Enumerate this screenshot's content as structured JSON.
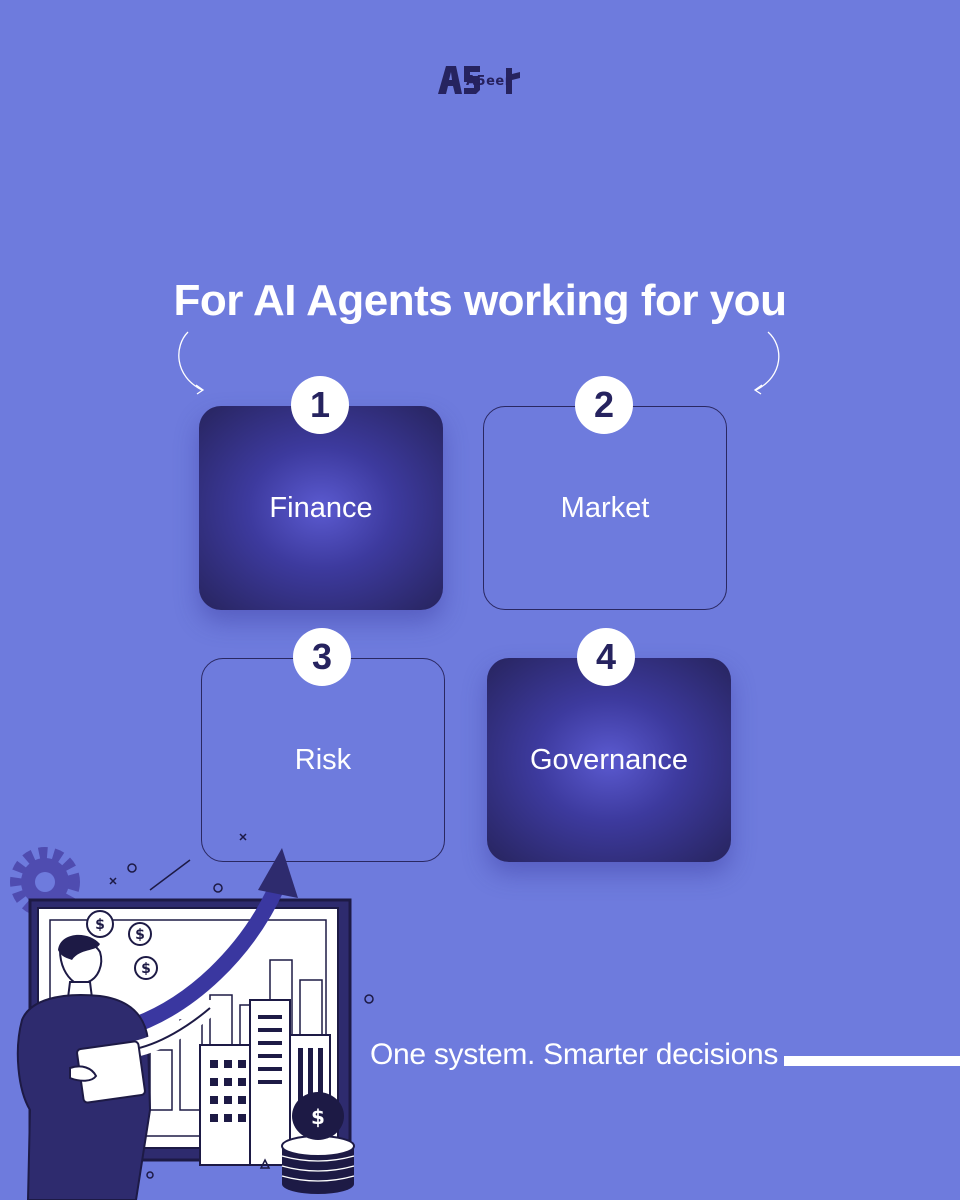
{
  "logo": {
    "text": "A5eer"
  },
  "headline": "For AI Agents working for you",
  "cards": [
    {
      "number": "1",
      "label": "Finance"
    },
    {
      "number": "2",
      "label": "Market"
    },
    {
      "number": "3",
      "label": "Risk"
    },
    {
      "number": "4",
      "label": "Governance"
    }
  ],
  "tagline": "One system. Smarter decisions",
  "colors": {
    "background": "#6e7bdd",
    "dark_navy": "#26235f",
    "white": "#ffffff"
  },
  "icons": [
    "logo-mark",
    "curved-arrow-left",
    "curved-arrow-right",
    "business-person-illustration",
    "gear-icon",
    "growth-arrow-icon",
    "dollar-coin-icon",
    "coin-stack-icon"
  ]
}
